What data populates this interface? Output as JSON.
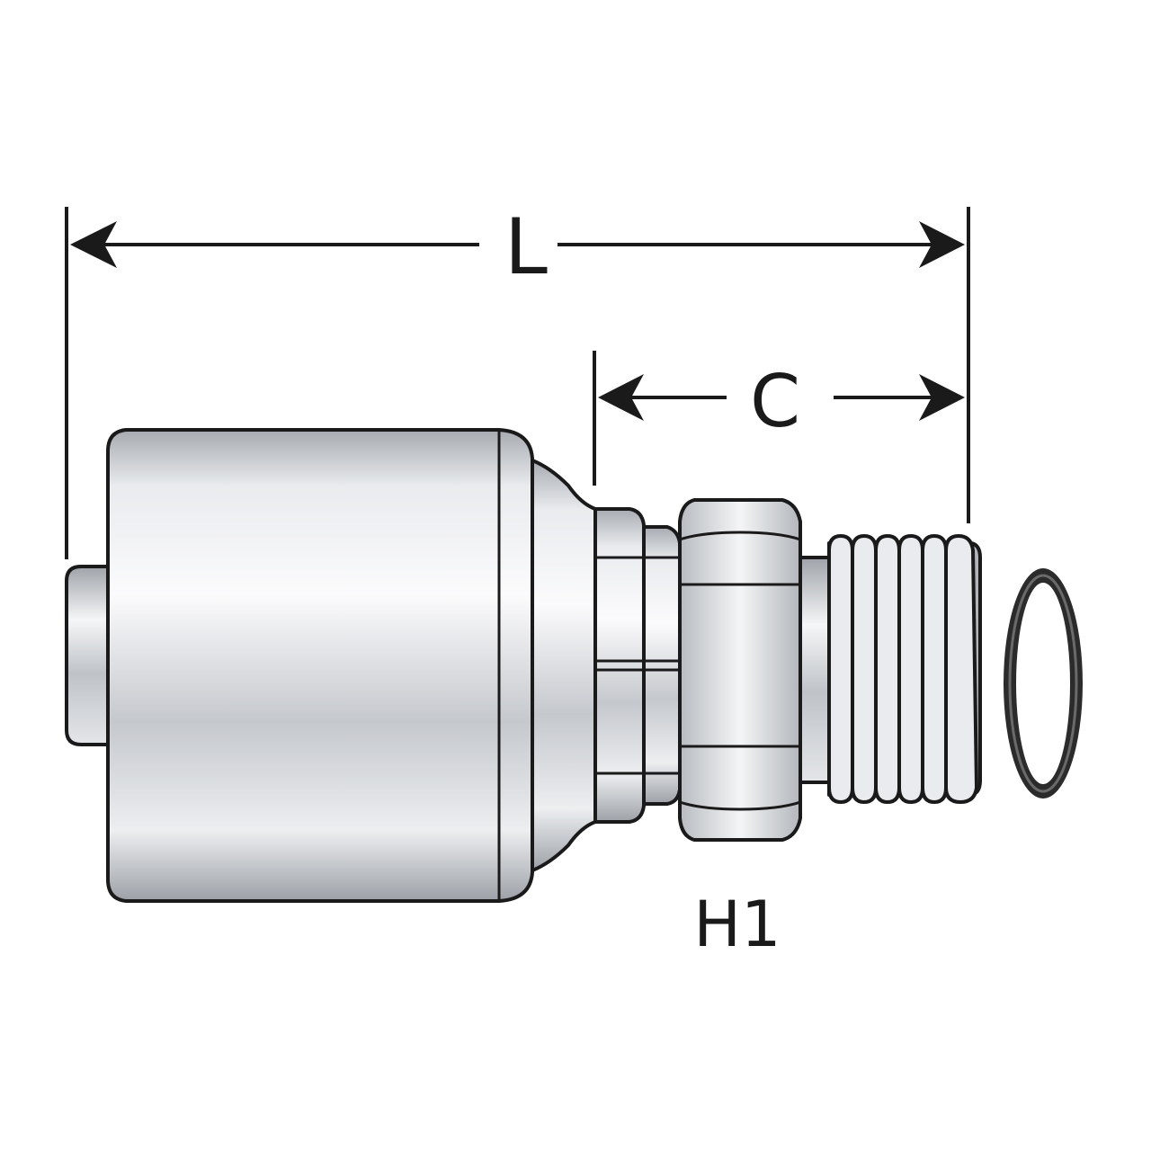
{
  "labels": {
    "overall_length": "L",
    "cutoff_length": "C",
    "hex_size": "H1"
  },
  "colors": {
    "outline": "#1a1a1a",
    "metal_light": "#f2f3f5",
    "metal_mid": "#c9ccd1",
    "metal_dark": "#8f949b",
    "oring": "#222222"
  }
}
